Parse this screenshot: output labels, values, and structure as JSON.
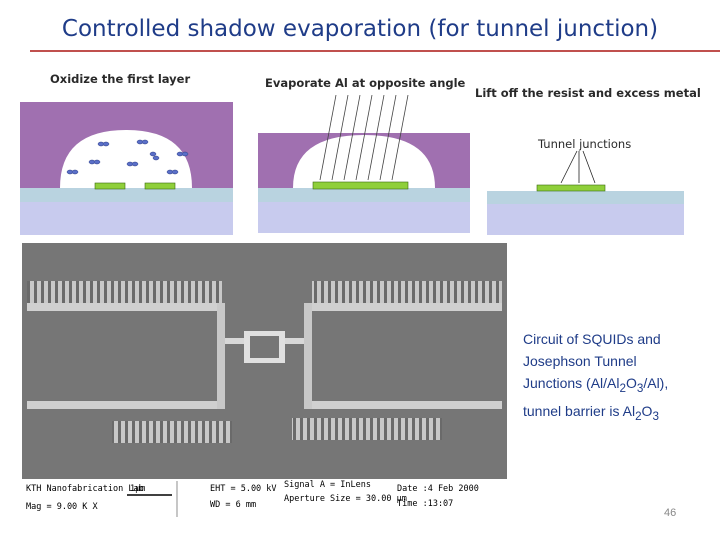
{
  "slide": {
    "title": "Controlled shadow evaporation (for tunnel junction)",
    "page_number": "46"
  },
  "panels": {
    "oxidize": {
      "label": "Oxidize the first layer"
    },
    "evaporate": {
      "label": "Evaporate Al at opposite angle"
    },
    "liftoff": {
      "label": "Lift off the resist and excess metal",
      "inner_label": "Tunnel junctions"
    }
  },
  "caption": {
    "line1": "Circuit of SQUIDs and",
    "line2": "Josephson Tunnel",
    "line3_pre": "Junctions (Al/Al",
    "line3_sub1": "2",
    "line3_mid": "O",
    "line3_sub2": "3",
    "line3_post": "/Al),",
    "line4_pre": "tunnel barrier is Al",
    "line4_sub1": "2",
    "line4_mid": "O",
    "line4_sub2": "3"
  },
  "sem_info": {
    "lab": "KTH Nanofabrication Lab",
    "scale": "1μm",
    "mag": "Mag =   9.00 K X",
    "eht": "EHT =  5.00 kV",
    "wd": "WD =   6 mm",
    "signal": "Signal A = InLens",
    "aperture": "Aperture Size = 30.00 μm",
    "date": "Date :4 Feb 2000",
    "time": "Time :13:07"
  },
  "colors": {
    "title": "#1f3c88",
    "rule": "#c0504d",
    "resist": "#a070b0",
    "substrate": "#c8cbee",
    "oxide_layer": "#b9d3e0",
    "metal": "#8fcf3a"
  }
}
